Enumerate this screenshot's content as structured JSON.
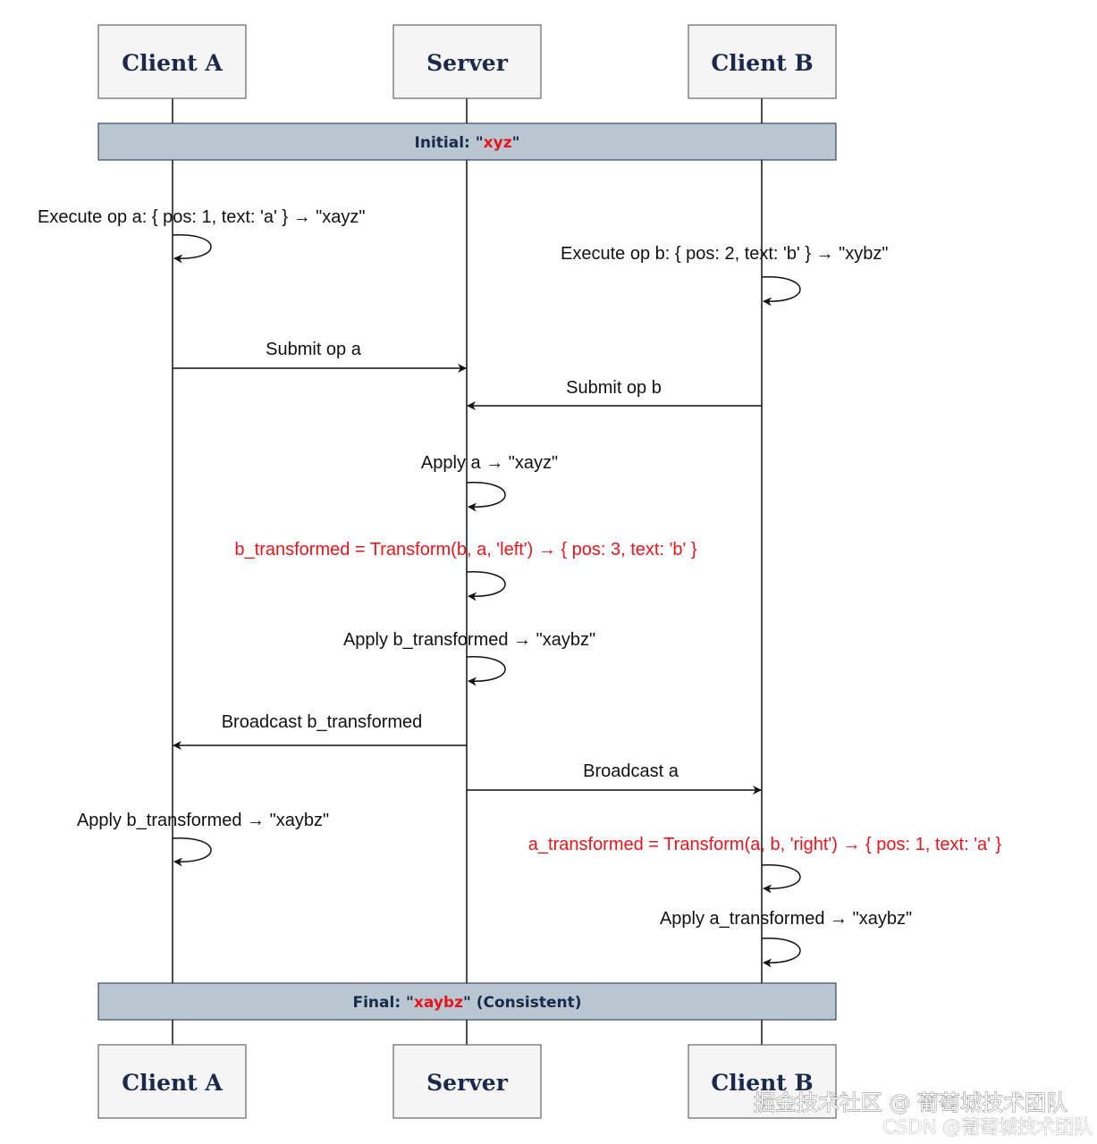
{
  "actors": {
    "client_a": "Client A",
    "server": "Server",
    "client_b": "Client B"
  },
  "initial_note": {
    "prefix": "Initial: \"",
    "value": "xyz",
    "suffix": "\""
  },
  "final_note": {
    "prefix": "Final: \"",
    "value": "xaybz",
    "suffix": "\" (Consistent)"
  },
  "steps": {
    "exec_a": "Execute op a: { pos: 1, text: 'a' } → \"xayz\"",
    "exec_b": "Execute op b: { pos: 2, text: 'b' } → \"xybz\"",
    "submit_a": "Submit op a",
    "submit_b": "Submit op b",
    "server_apply_a": "Apply a → \"xayz\"",
    "server_transform_b": "b_transformed = Transform(b, a, 'left') → { pos: 3, text: 'b' }",
    "server_apply_b": "Apply b_transformed → \"xaybz\"",
    "broadcast_b": "Broadcast b_transformed",
    "broadcast_a": "Broadcast a",
    "client_a_apply_b": "Apply b_transformed → \"xaybz\"",
    "client_b_transform_a": "a_transformed = Transform(a, b, 'right') → { pos: 1, text: 'a' }",
    "client_b_apply_a": "Apply a_transformed → \"xaybz\""
  },
  "colors": {
    "actor_fill": "#f5f5f5",
    "note_fill": "#b9c7d3",
    "text_dark": "#1b2a4a",
    "highlight_red": "#e8151c"
  },
  "watermark": {
    "line1": "掘金技术社区 @ 葡萄城技术团队",
    "line2": "CSDN @葡萄城技术团队"
  }
}
